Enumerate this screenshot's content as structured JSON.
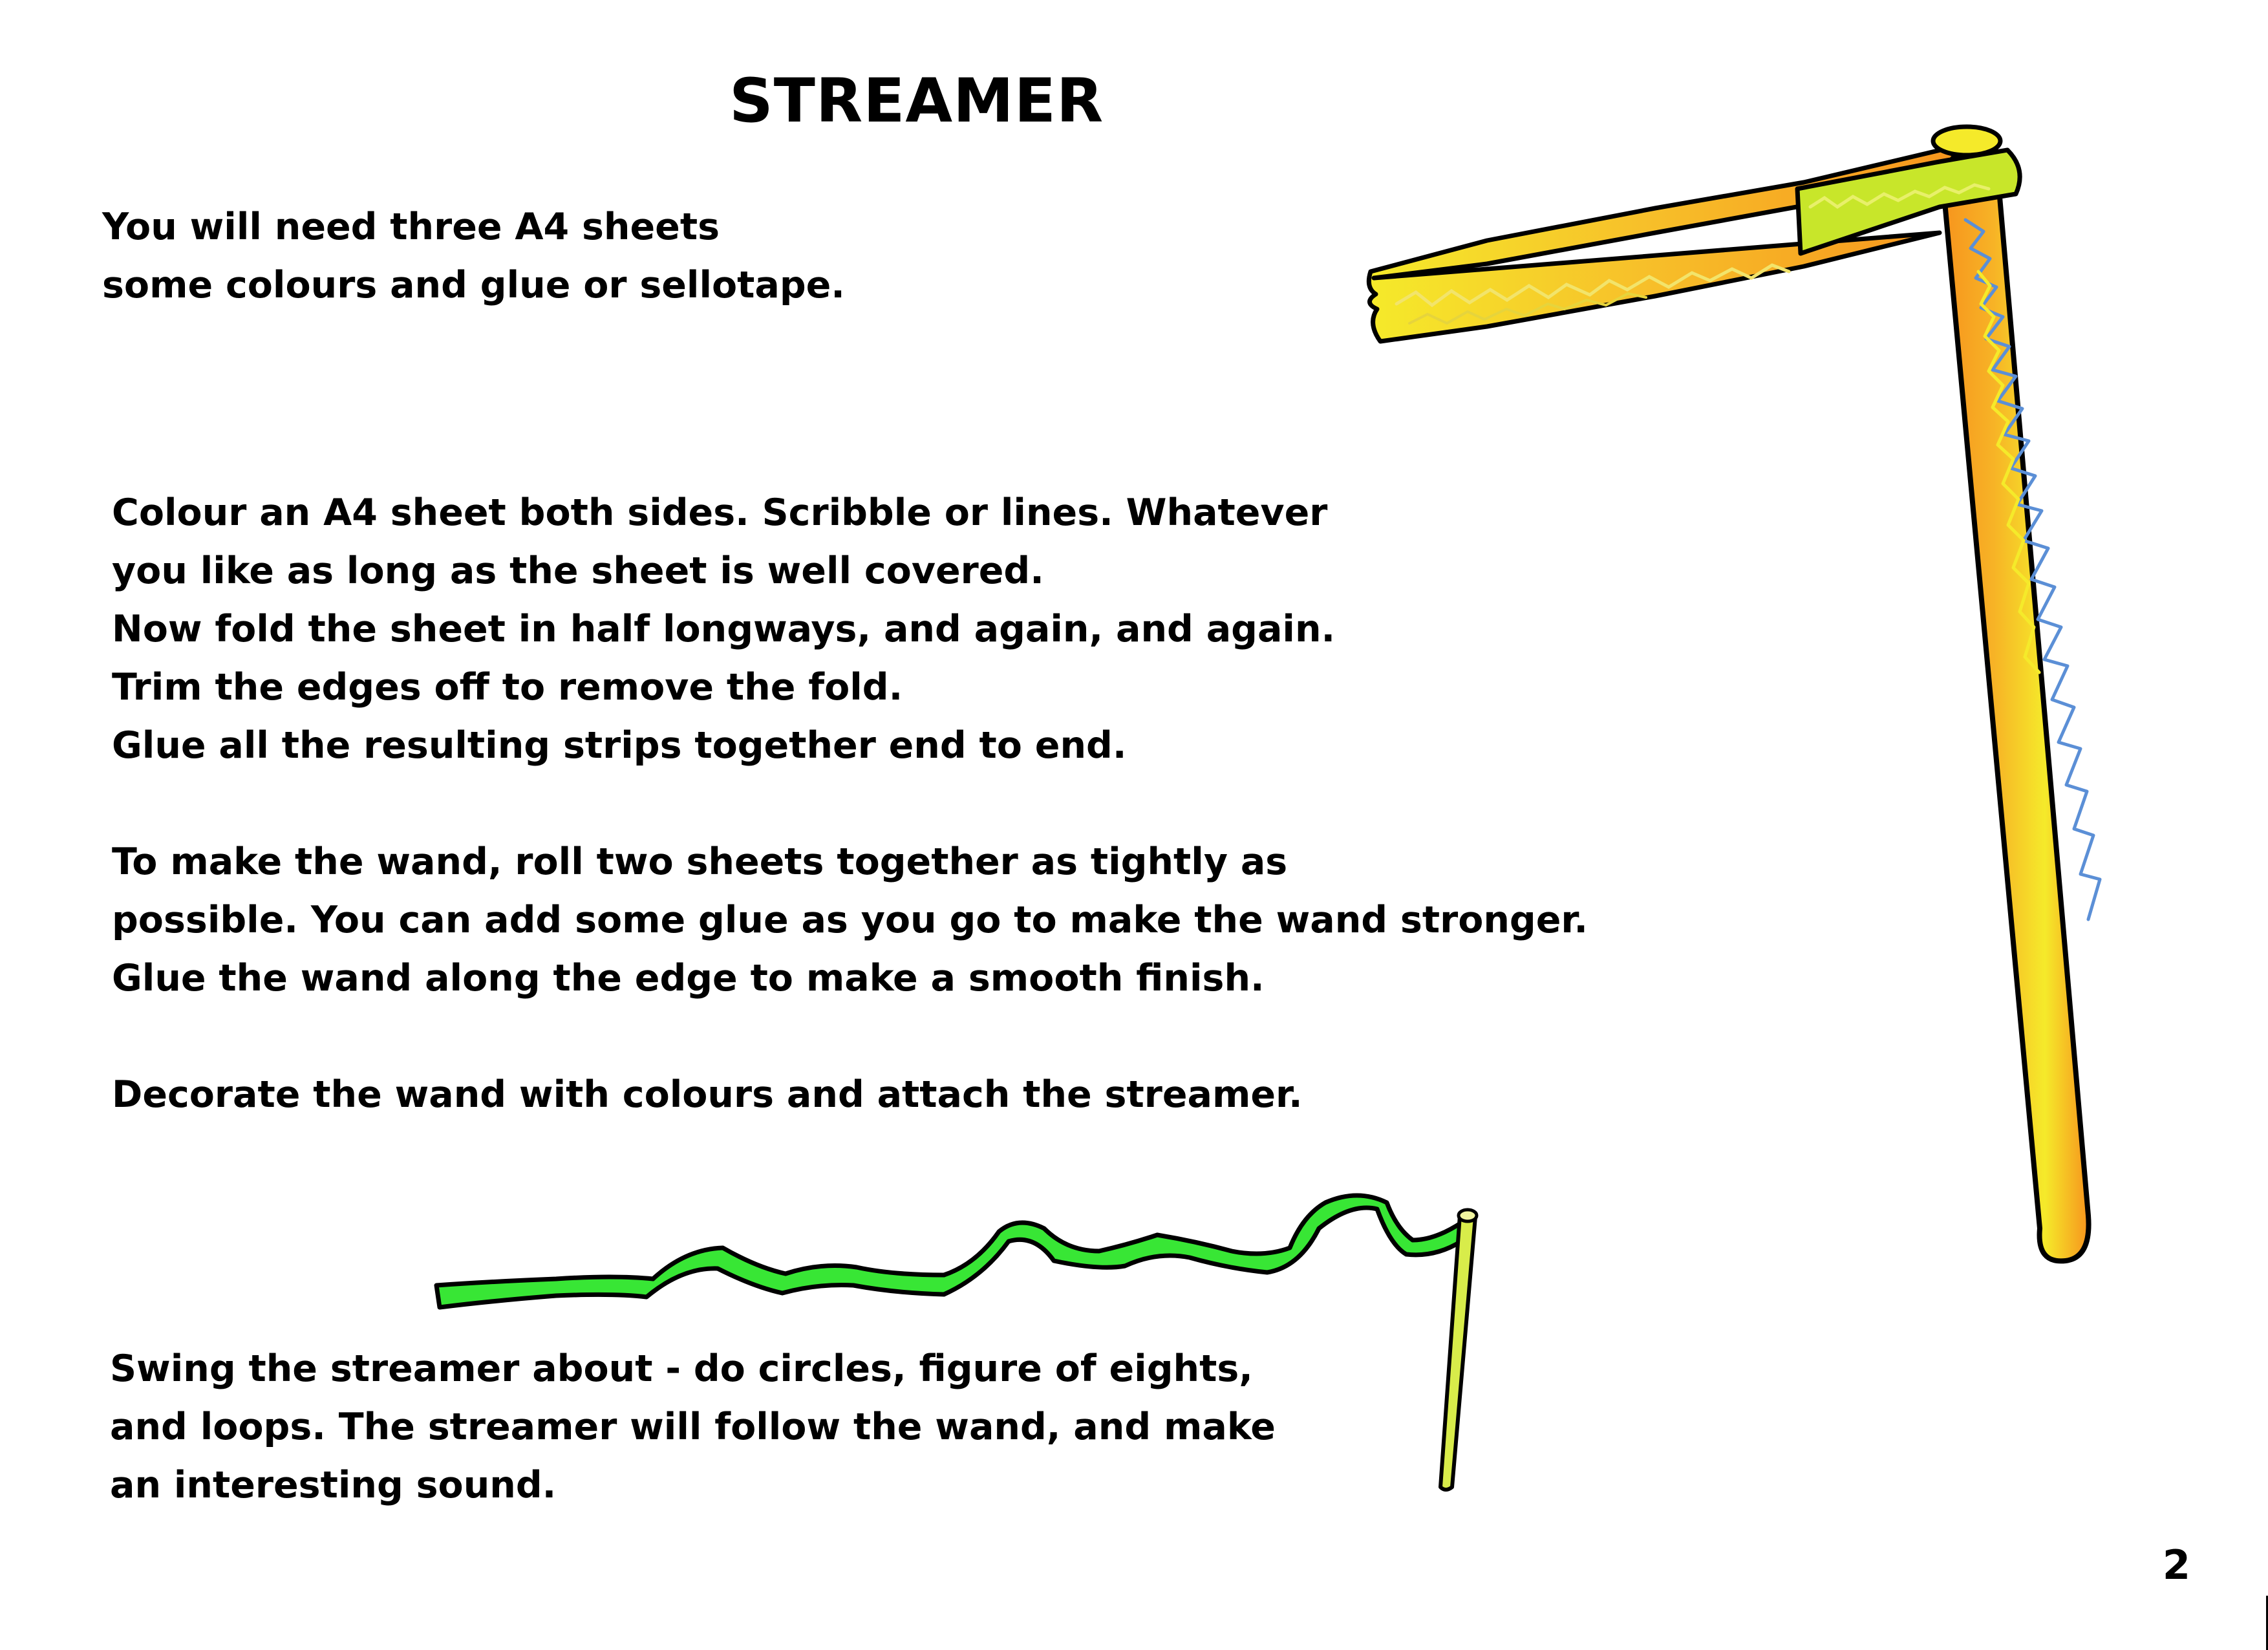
{
  "document": {
    "title": "STREAMER",
    "intro": [
      "You will need three A4 sheets",
      "some colours and glue or sellotape."
    ],
    "instructions": [
      "Colour an A4 sheet both sides. Scribble or lines. Whatever",
      "you like as long as the sheet is well covered.",
      "Now fold the sheet in half longways, and again, and again.",
      "Trim the edges off to remove the fold.",
      "Glue all the resulting strips together end to end.",
      "",
      "To make the wand, roll two sheets together as tightly as",
      "possible. You can add some glue as you go to make the wand stronger.",
      "Glue the wand along the edge to make a smooth finish.",
      "",
      "Decorate the wand with colours and attach the streamer."
    ],
    "swing": [
      "Swing the streamer about - do circles, figure of eights,",
      "and loops. The streamer will follow the wand, and make",
      "an interesting sound."
    ],
    "page_number": "2"
  },
  "illustrations": {
    "wand": {
      "icon": "streamer-wand-closeup-icon",
      "colors": {
        "outline": "#000000",
        "orange": "#f7941d",
        "yellow": "#f5ea2a",
        "lime": "#c8e62a",
        "blue_scribble": "#5b8fd6"
      }
    },
    "swinging_streamer": {
      "icon": "swinging-streamer-icon",
      "colors": {
        "outline": "#000000",
        "ribbon": "#38e635",
        "stick": "#d8ec4a"
      }
    }
  }
}
